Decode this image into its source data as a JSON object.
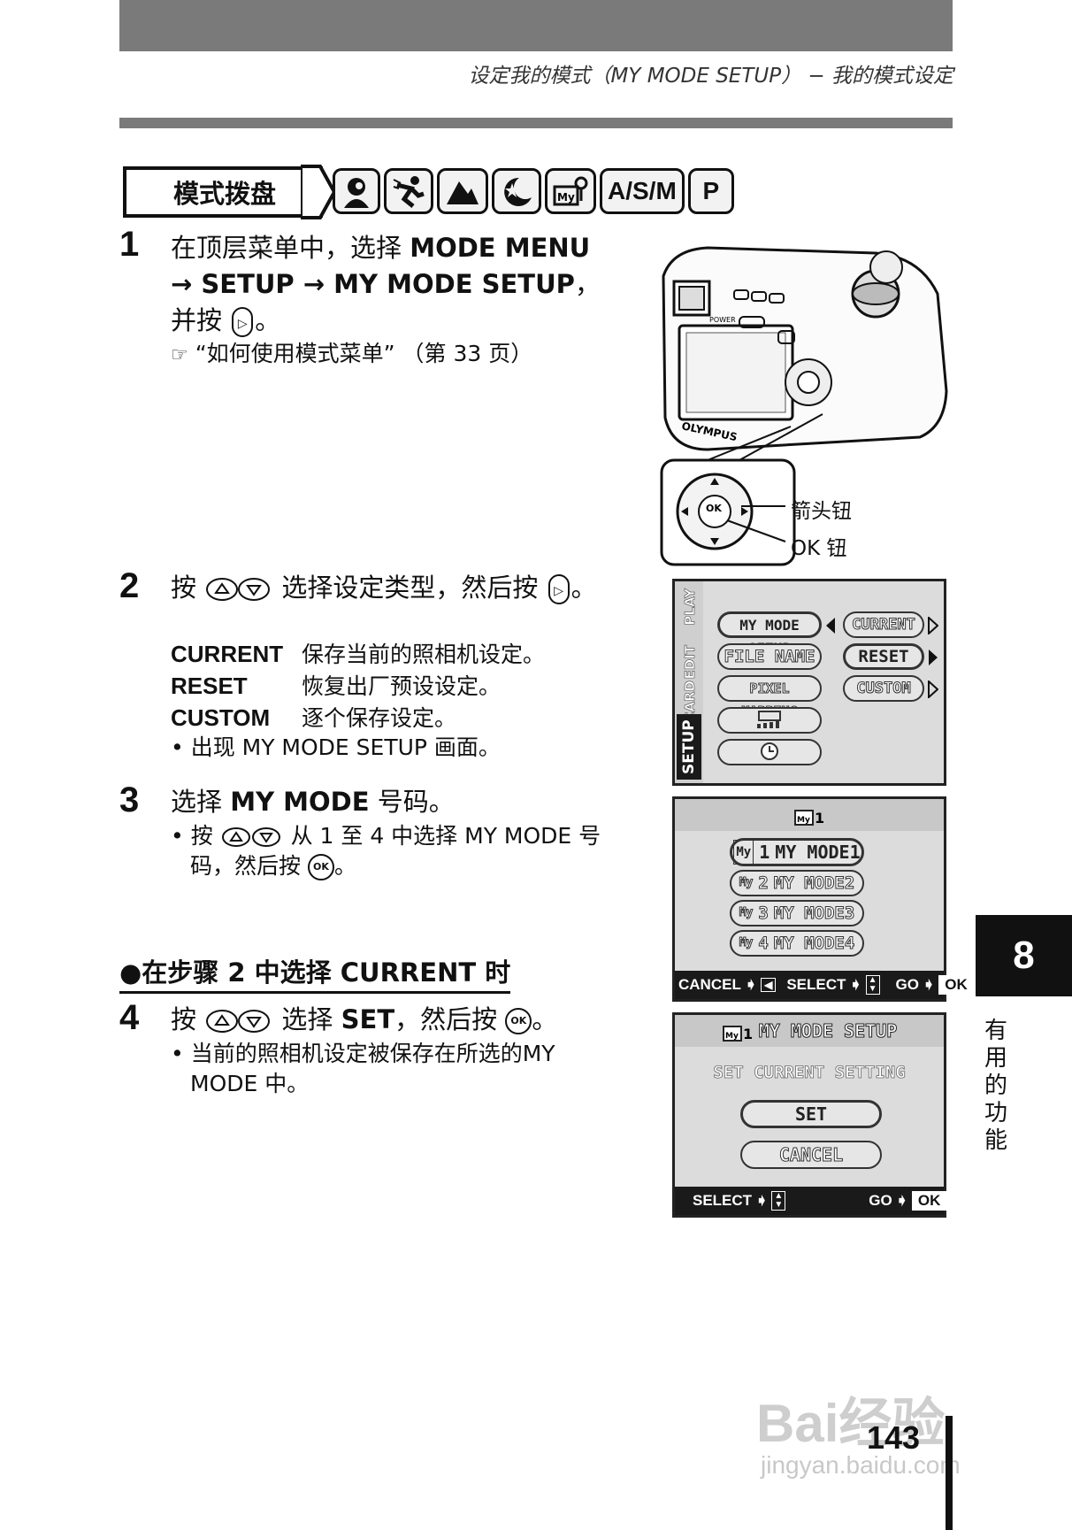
{
  "header": {
    "section_title": "设定我的模式（MY MODE SETUP） − 我的模式设定"
  },
  "mode_dial": {
    "label": "模式拨盘",
    "icons": [
      "portrait-icon",
      "sports-icon",
      "landscape-icon",
      "night-scene-icon",
      "my-mode-icon"
    ],
    "text_modes": [
      "A/S/M",
      "P"
    ]
  },
  "steps": {
    "s1": {
      "number": "1",
      "line1_a": "在顶层菜单中，选择 ",
      "line1_b": "MODE MENU",
      "line2": "→ SETUP → MY MODE SETUP",
      "line2_tail": "，",
      "line3": "并按 ",
      "line3_tail": "。",
      "ref": "“如何使用模式菜单” （第 33 页）"
    },
    "s2": {
      "number": "2",
      "a": "按 ",
      "b": " 选择设定类型，然后按 ",
      "c": "。"
    },
    "definitions": [
      {
        "term": "CURRENT",
        "desc": "保存当前的照相机设定。"
      },
      {
        "term": "RESET",
        "desc": "恢复出厂预设设定。"
      },
      {
        "term": "CUSTOM",
        "desc": "逐个保存设定。"
      }
    ],
    "s2_bullet": "• 出现 MY MODE SETUP 画面。",
    "s3": {
      "number": "3",
      "a": "选择 ",
      "b": "MY MODE",
      "c": " 号码。",
      "bullet_a": "• 按 ",
      "bullet_b": " 从 1 至 4 中选择 MY MODE 号",
      "bullet_c": "码，然后按 ",
      "bullet_d": "。"
    },
    "sub_heading": "●在步骤 2 中选择 CURRENT 时",
    "s4": {
      "number": "4",
      "a": "按 ",
      "b": " 选择 ",
      "c": "SET",
      "d": "，然后按 ",
      "e": "。",
      "bullet1": "• 当前的照相机设定被保存在所选的MY",
      "bullet2": "MODE 中。"
    }
  },
  "camera": {
    "brand": "OLYMPUS",
    "labels": {
      "arrow_button": "箭头钮",
      "ok_button": "OK 钮"
    },
    "ok": "OK"
  },
  "lcd1": {
    "tabs": [
      "PLAY",
      "EDIT",
      "CARD",
      "SETUP"
    ],
    "left_items": [
      "MY MODE SETUP",
      "FILE NAME",
      "PIXEL MAPPING"
    ],
    "right_items": [
      "CURRENT",
      "RESET",
      "CUSTOM"
    ]
  },
  "lcd2": {
    "title_icon": "my-mode-1-icon",
    "items": [
      {
        "num": "1",
        "label": "MY MODE1"
      },
      {
        "num": "2",
        "label": "MY MODE2"
      },
      {
        "num": "3",
        "label": "MY MODE3"
      },
      {
        "num": "4",
        "label": "MY MODE4"
      }
    ],
    "footer": {
      "cancel": "CANCEL",
      "select": "SELECT",
      "go": "GO",
      "ok": "OK"
    }
  },
  "lcd3": {
    "title": "MY MODE SETUP",
    "subtitle": "SET CURRENT SETTING",
    "set": "SET",
    "cancel": "CANCEL",
    "footer": {
      "select": "SELECT",
      "go": "GO",
      "ok": "OK"
    }
  },
  "side": {
    "chapter": "8",
    "title": "有用的功能"
  },
  "page_number": "143",
  "watermark": {
    "main": "Bai经验",
    "sub": "jingyan.baidu.com"
  }
}
